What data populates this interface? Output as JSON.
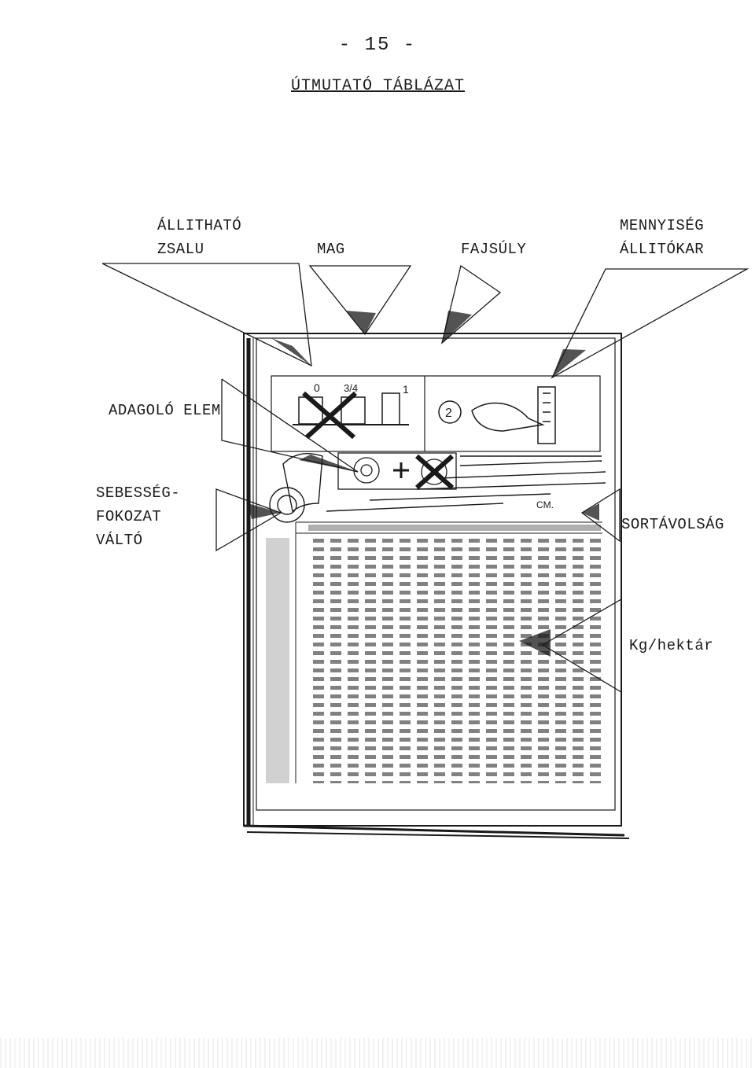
{
  "page_number": "- 15 -",
  "title": "ÚTMUTATÓ TÁBLÁZAT",
  "labels": {
    "adjustable_flap": "ÁLLITHATÓ\nZSALU",
    "seed": "MAG",
    "specific_weight": "FAJSÚLY",
    "quantity_lever": "MENNYISÉG\nÁLLITÓKAR",
    "metering_element": "ADAGOLÓ ELEM",
    "gear_selector": "SEBESSÉG-\nFOKOZAT\nVÁLTÓ",
    "row_spacing": "SORTÁVOLSÁG",
    "kg_per_hectare": "Kg/hektár"
  },
  "figure_text": {
    "flap_positions": [
      "0",
      "3/4",
      "1"
    ],
    "step_marker": "2",
    "unit_cm": "CM."
  },
  "colors": {
    "ink": "#1a1a1a",
    "paper": "#ffffff"
  }
}
